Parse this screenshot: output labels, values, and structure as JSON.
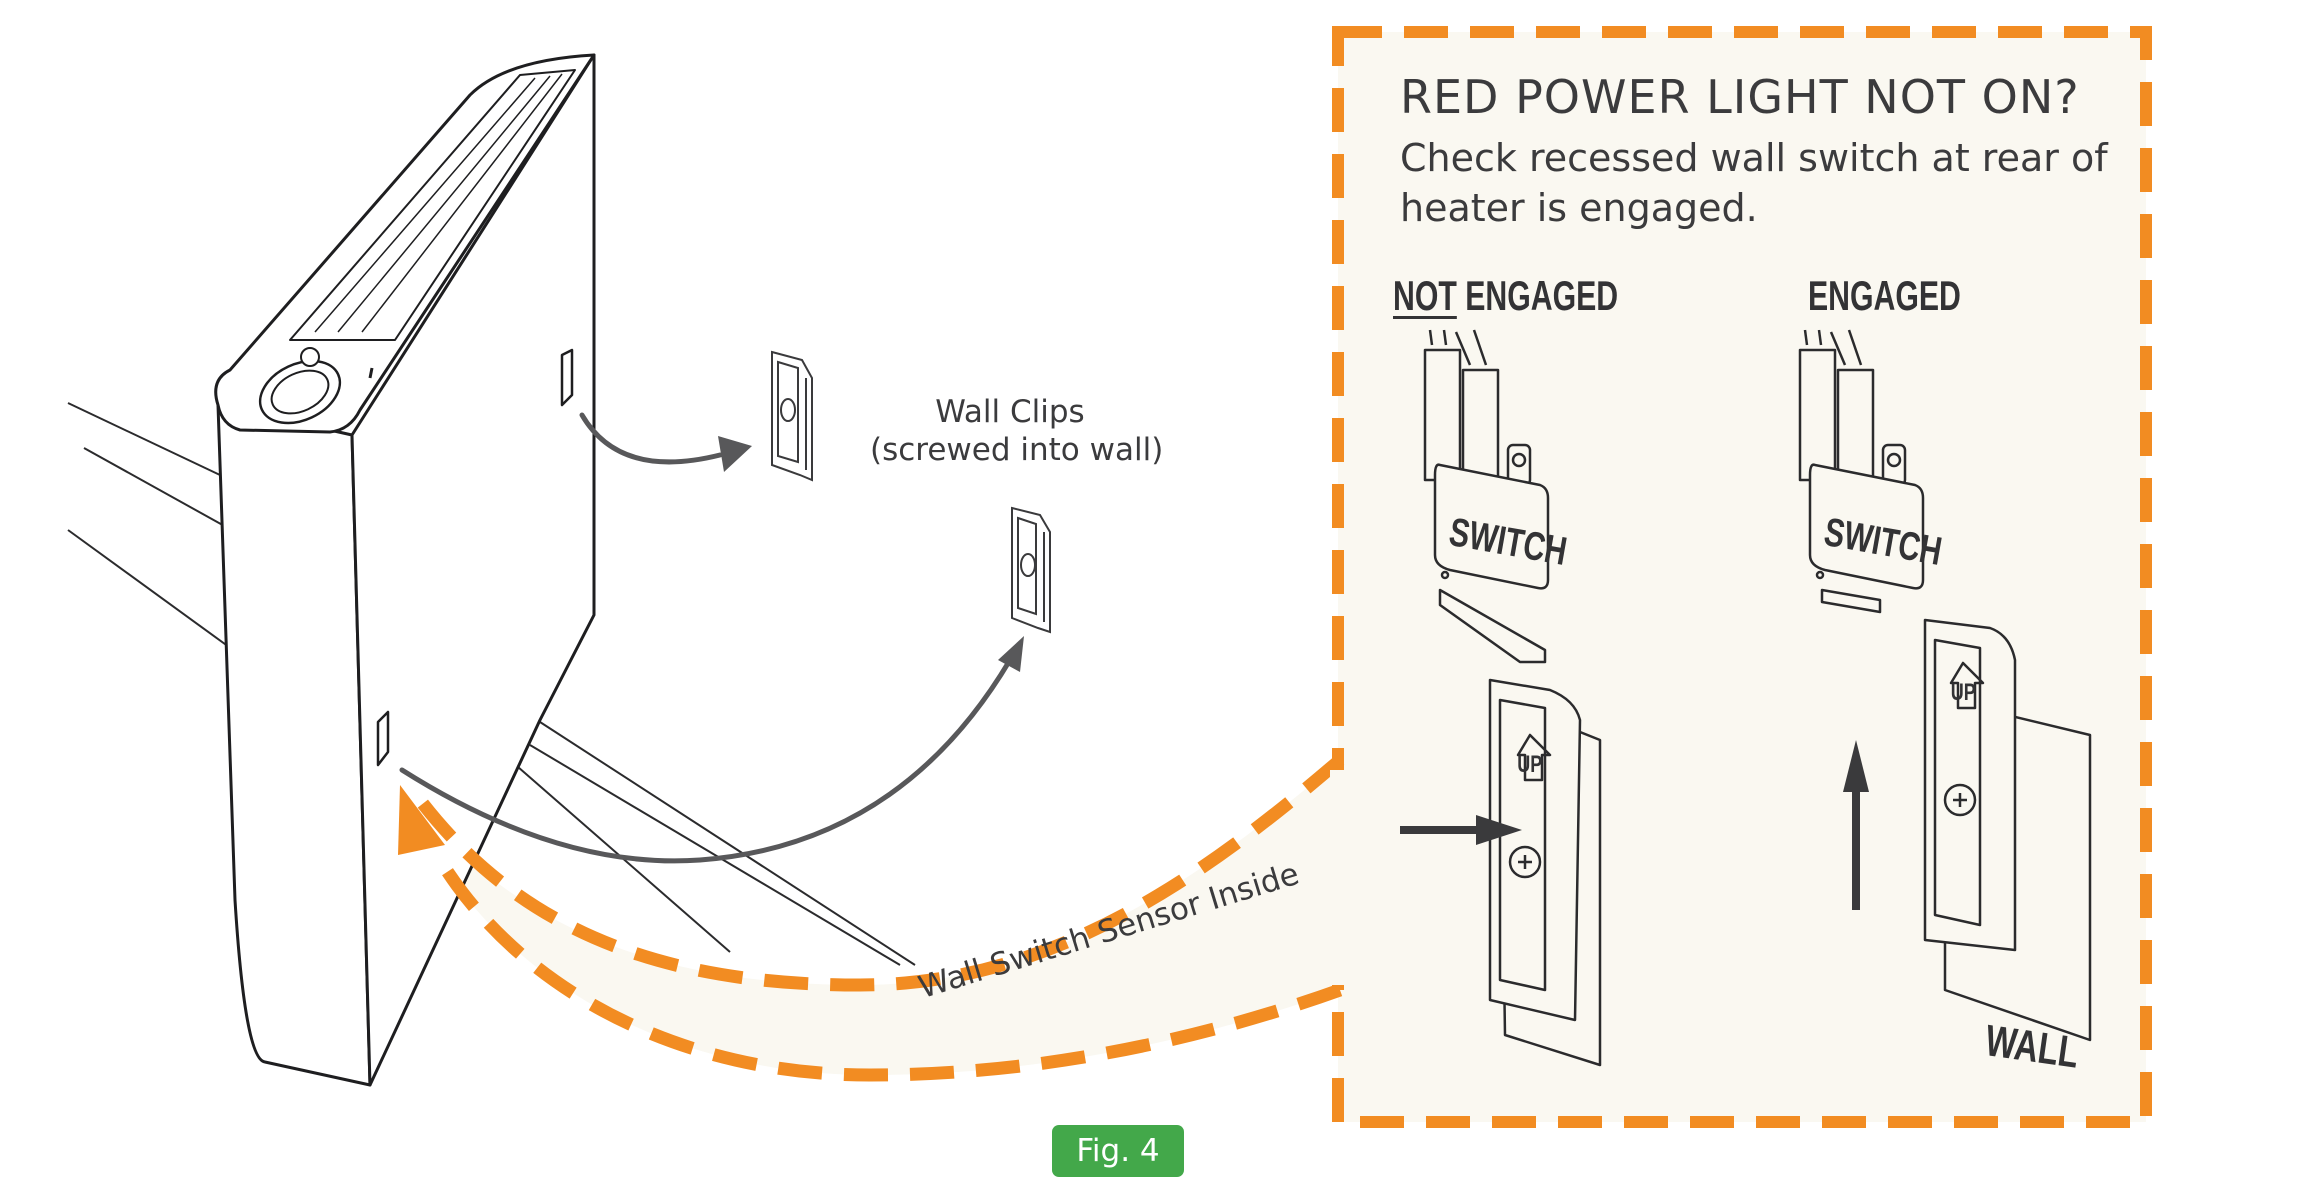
{
  "figure": {
    "label": "Fig. 4",
    "badge_color": "#43a84a"
  },
  "colors": {
    "accent_orange": "#f28c22",
    "box_fill": "#faf8f1",
    "line_dark": "#2b2b2d",
    "arrow_gray": "#58585a"
  },
  "labels": {
    "wall_clips_line1": "Wall Clips",
    "wall_clips_line2": "(screwed into wall)",
    "sensor": "Wall Switch Sensor Inside"
  },
  "callout": {
    "title": "RED POWER LIGHT NOT ON?",
    "description": "Check recessed wall switch at rear of heater is engaged.",
    "states": [
      {
        "prefix": "NOT",
        "label": " ENGAGED"
      },
      {
        "prefix": "",
        "label": "ENGAGED"
      }
    ],
    "switch_label": "SWITCH",
    "clip_label": "UP",
    "wall_label": "WALL"
  },
  "icons": {
    "heater": "heater-illustration",
    "clip": "wall-clip-icon",
    "switch": "microswitch-icon",
    "arrow": "arrow-icon"
  }
}
